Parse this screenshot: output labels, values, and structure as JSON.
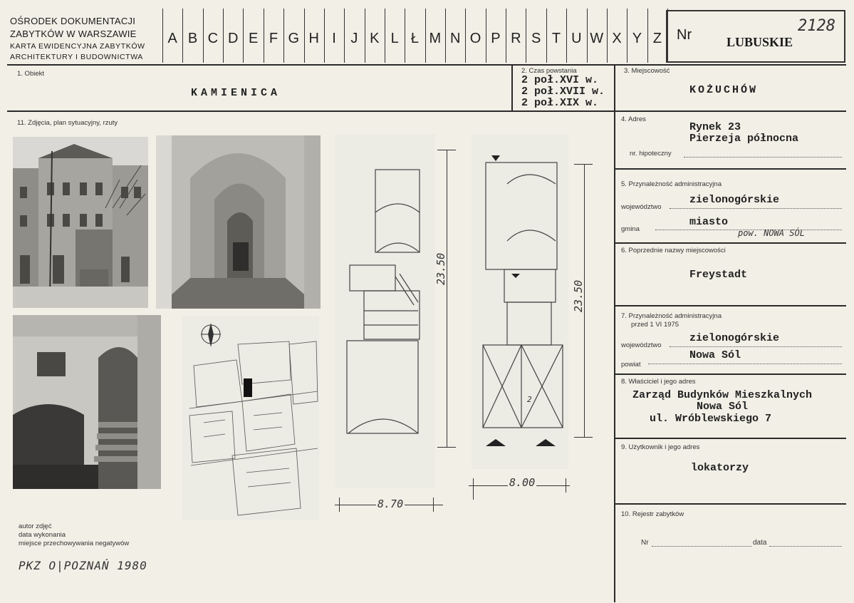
{
  "header": {
    "org_line1": "OŚRODEK DOKUMENTACJI",
    "org_line2": "ZABYTKÓW W WARSZAWIE",
    "org_line3": "KARTA EWIDENCYJNA ZABYTKÓW",
    "org_line4": "ARCHITEKTURY I BUDOWNICTWA",
    "alphabet": [
      "A",
      "B",
      "C",
      "D",
      "E",
      "F",
      "G",
      "H",
      "I",
      "J",
      "K",
      "L",
      "Ł",
      "M",
      "N",
      "O",
      "P",
      "R",
      "S",
      "T",
      "U",
      "W",
      "X",
      "Y",
      "Z"
    ],
    "nr_label": "Nr",
    "region": "LUBUSKIE",
    "card_number": "2128"
  },
  "fields": {
    "obiekt_label": "1. Obiekt",
    "obiekt_value": "KAMIENICA",
    "czas_label": "2. Czas powstania",
    "czas_values": [
      "2 poł.XVI w.",
      "2 poł.XVII w.",
      "2 poł.XIX w."
    ],
    "miejscowosc_label": "3. Miejscowość",
    "miejscowosc_value": "KOŻUCHÓW",
    "adres_label": "4. Adres",
    "adres_line1": "Rynek 23",
    "adres_line2": "Pierzeja północna",
    "hipoteczny_label": "nr. hipoteczny",
    "przynaleznosc_label": "5. Przynależność administracyjna",
    "wojewodztwo_label": "województwo",
    "wojewodztwo_value": "zielonogórskie",
    "gmina_label": "gmina",
    "gmina_value": "miasto",
    "gmina_note": "pow. NOWA SÓL",
    "poprzednie_label": "6. Poprzednie nazwy miejscowości",
    "poprzednie_value": "Freystadt",
    "przed_label_line1": "7. Przynależność administracyjna",
    "przed_label_line2": "przed 1 VI 1975",
    "przed_woj_label": "województwo",
    "przed_woj_value": "zielonogórskie",
    "powiat_label": "powiat",
    "powiat_value": "Nowa Sól",
    "wlasciciel_label": "8. Właściciel i jego adres",
    "wlasciciel_line1": "Zarząd Budynków Mieszkalnych",
    "wlasciciel_line2": "Nowa Sól",
    "wlasciciel_line3": "ul. Wróblewskiego 7",
    "uzytkownik_label": "9. Użytkownik i jego adres",
    "uzytkownik_value": "lokatorzy",
    "rejestr_label": "10. Rejestr zabytków",
    "rejestr_nr_label": "Nr",
    "rejestr_data_label": "data"
  },
  "photos": {
    "section_label": "11. Zdjęcia, plan sytuacyjny, rzuty",
    "plan1_length": "23.50",
    "plan1_width": "8.70",
    "plan2_length": "23.50",
    "plan2_width": "8.00",
    "plan_room_number": "2"
  },
  "footer": {
    "autor_label": "autor zdjęć",
    "data_label": "data wykonania",
    "miejsce_label": "miejsce przechowywania negatywów",
    "stamp": "PKZ O|POZNAŃ 1980"
  }
}
